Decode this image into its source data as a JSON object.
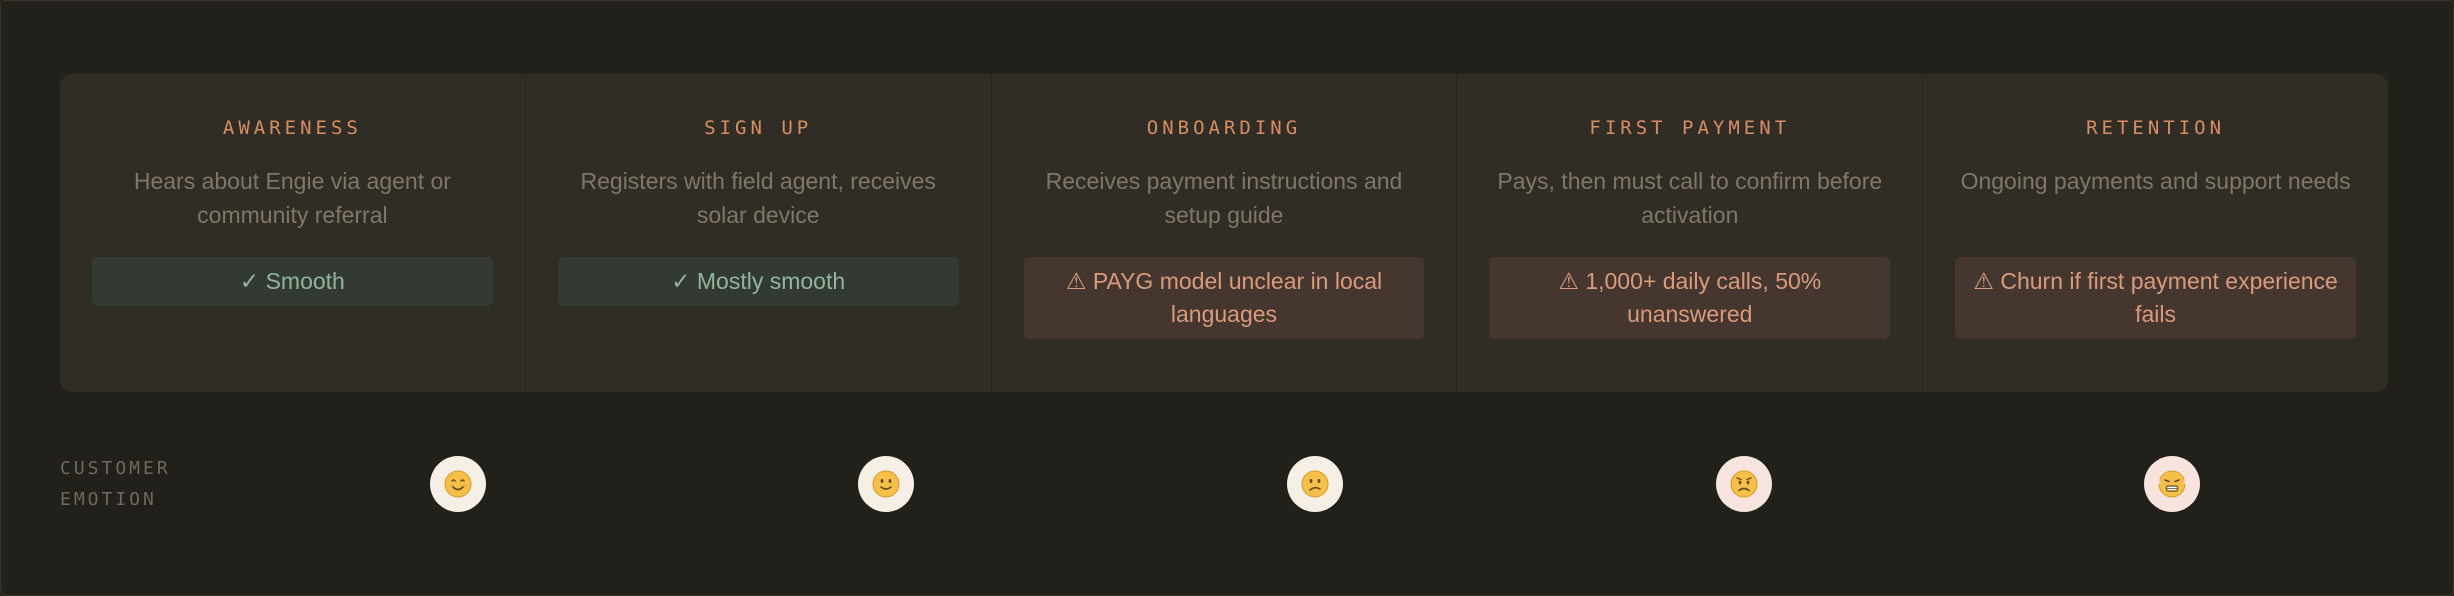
{
  "stages": [
    {
      "title": "AWARENESS",
      "description": "Hears about Engie via agent or community referral",
      "status": "✓ Smooth",
      "status_type": "good"
    },
    {
      "title": "SIGN UP",
      "description": "Registers with field agent, receives solar device",
      "status": "✓ Mostly smooth",
      "status_type": "good"
    },
    {
      "title": "ONBOARDING",
      "description": "Receives payment instructions and setup guide",
      "status": "⚠ PAYG model unclear in local languages",
      "status_type": "warn"
    },
    {
      "title": "FIRST PAYMENT",
      "description": "Pays, then must call to confirm before activation",
      "status": "⚠ 1,000+ daily calls, 50% unanswered",
      "status_type": "warn"
    },
    {
      "title": "RETENTION",
      "description": "Ongoing payments and support needs",
      "status": "⚠ Churn if first payment experience fails",
      "status_type": "warn"
    }
  ],
  "emotion_row": {
    "label_line1": "CUSTOMER",
    "label_line2": "EMOTION"
  },
  "emotions": [
    {
      "icon": "happy-face-icon",
      "bg": "#f5efe6"
    },
    {
      "icon": "slight-smile-face-icon",
      "bg": "#f5efe6"
    },
    {
      "icon": "confused-face-icon",
      "bg": "#f5efe6"
    },
    {
      "icon": "worried-face-icon",
      "bg": "#f7e4de"
    },
    {
      "icon": "frustrated-face-icon",
      "bg": "#f7e4de"
    }
  ],
  "colors": {
    "background": "#22201b",
    "panel": "#302c26",
    "accent": "#d88e63",
    "good_text": "#93b49c",
    "warn_text": "#d99b7c"
  }
}
